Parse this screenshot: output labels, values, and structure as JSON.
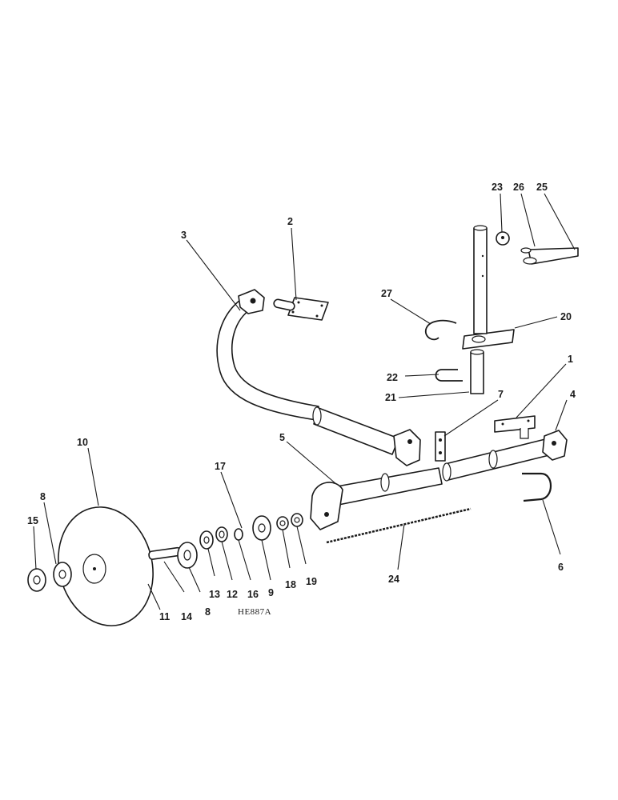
{
  "callouts": {
    "c1": "1",
    "c2": "2",
    "c3": "3",
    "c4": "4",
    "c5": "5",
    "c6": "6",
    "c7": "7",
    "c8a": "8",
    "c8b": "8",
    "c9": "9",
    "c10": "10",
    "c11": "11",
    "c12": "12",
    "c13": "13",
    "c14": "14",
    "c15": "15",
    "c16": "16",
    "c17": "17",
    "c18": "18",
    "c19": "19",
    "c20": "20",
    "c21": "21",
    "c22": "22",
    "c23": "23",
    "c24": "24",
    "c25": "25",
    "c26": "26",
    "c27": "27"
  },
  "reference_code": "HE887A"
}
